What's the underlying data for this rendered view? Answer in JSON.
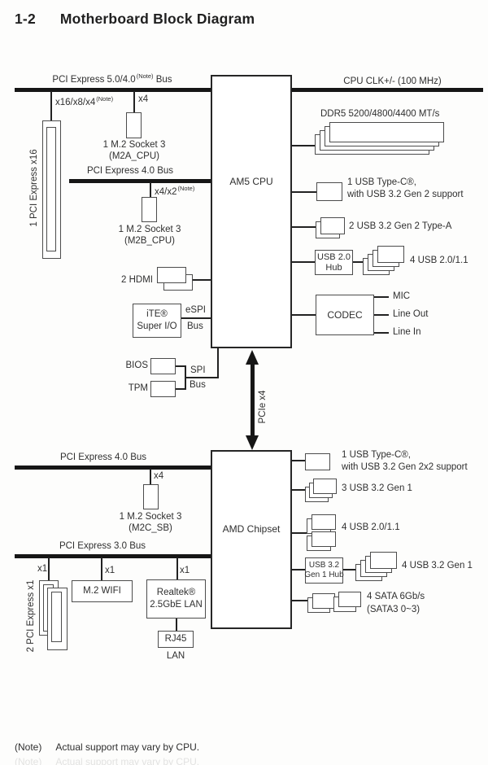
{
  "page": {
    "section_number": "1-2",
    "title": "Motherboard Block Diagram",
    "note_label": "(Note)",
    "note_text": "Actual support may vary by CPU."
  },
  "cpu": {
    "label": "AM5 CPU",
    "clk_label": "CPU CLK+/- (100 MHz)",
    "ddr5_label": "DDR5 5200/4800/4400 MT/s",
    "usb_c_line1": "1 USB Type-C®,",
    "usb_c_line2": "with USB 3.2 Gen 2 support",
    "usb32_gen2_label": "2 USB 3.2 Gen 2 Type-A",
    "usb20_hub_line1": "USB 2.0",
    "usb20_hub_line2": "Hub",
    "usb20_ports_label": "4 USB 2.0/1.1",
    "codec_label": "CODEC",
    "mic_label": "MIC",
    "line_out_label": "Line Out",
    "line_in_label": "Line In",
    "hdmi_label": "2 HDMI",
    "super_io_line1": "iTE®",
    "super_io_line2": "Super I/O",
    "espi_line1": "eSPI",
    "espi_line2": "Bus",
    "bios_label": "BIOS",
    "tpm_label": "TPM",
    "spi_line1": "SPI",
    "spi_line2": "Bus"
  },
  "top_buses": {
    "pcie5_pre": "PCI Express 5.0/4.0",
    "pcie5_sup": "(Note)",
    "pcie5_post": " Bus",
    "x16_pre": "x16/x8/x4",
    "x16_sup": "(Note)",
    "x4_label": "x4",
    "pcie4_label": "PCI Express 4.0 Bus",
    "x4x2_pre": "x4/x2",
    "x4x2_sup": "(Note)",
    "pcie_x16_slot_label": "1 PCI Express x16",
    "m2a_line1": "1 M.2 Socket 3",
    "m2a_line2": "(M2A_CPU)",
    "m2b_line1": "1 M.2 Socket 3",
    "m2b_line2": "(M2B_CPU)"
  },
  "interconnect": {
    "label": "PCIe x4"
  },
  "chipset": {
    "label": "AMD Chipset",
    "usb_c_line1": "1 USB Type-C®,",
    "usb_c_line2": "with USB 3.2 Gen 2x2 support",
    "usb32_gen1_3_label": "3 USB 3.2 Gen 1",
    "usb20_ports_label": "4 USB 2.0/1.1",
    "usb32_hub_line1": "USB 3.2",
    "usb32_hub_line2": "Gen 1 Hub",
    "usb32_gen1_4_label": "4 USB 3.2 Gen 1",
    "sata_line1": "4 SATA 6Gb/s",
    "sata_line2": "(SATA3 0~3)"
  },
  "bottom_buses": {
    "pcie4_label": "PCI Express 4.0 Bus",
    "x4_label": "x4",
    "m2c_line1": "1 M.2 Socket 3",
    "m2c_line2": "(M2C_SB)",
    "pcie3_label": "PCI Express 3.0 Bus",
    "x1_a": "x1",
    "x1_b": "x1",
    "x1_c": "x1",
    "pcie_x1_slots_label": "2 PCI Express x1",
    "m2_wifi_label": "M.2 WIFI",
    "lan_chip_line1": "Realtek®",
    "lan_chip_line2": "2.5GbE LAN",
    "rj45_label": "RJ45",
    "lan_label": "LAN"
  },
  "colors": {
    "line": "#1a1a1a",
    "text": "#2f2f2f",
    "box_border": "#4c4c4c",
    "background": "#fdfdfc"
  }
}
